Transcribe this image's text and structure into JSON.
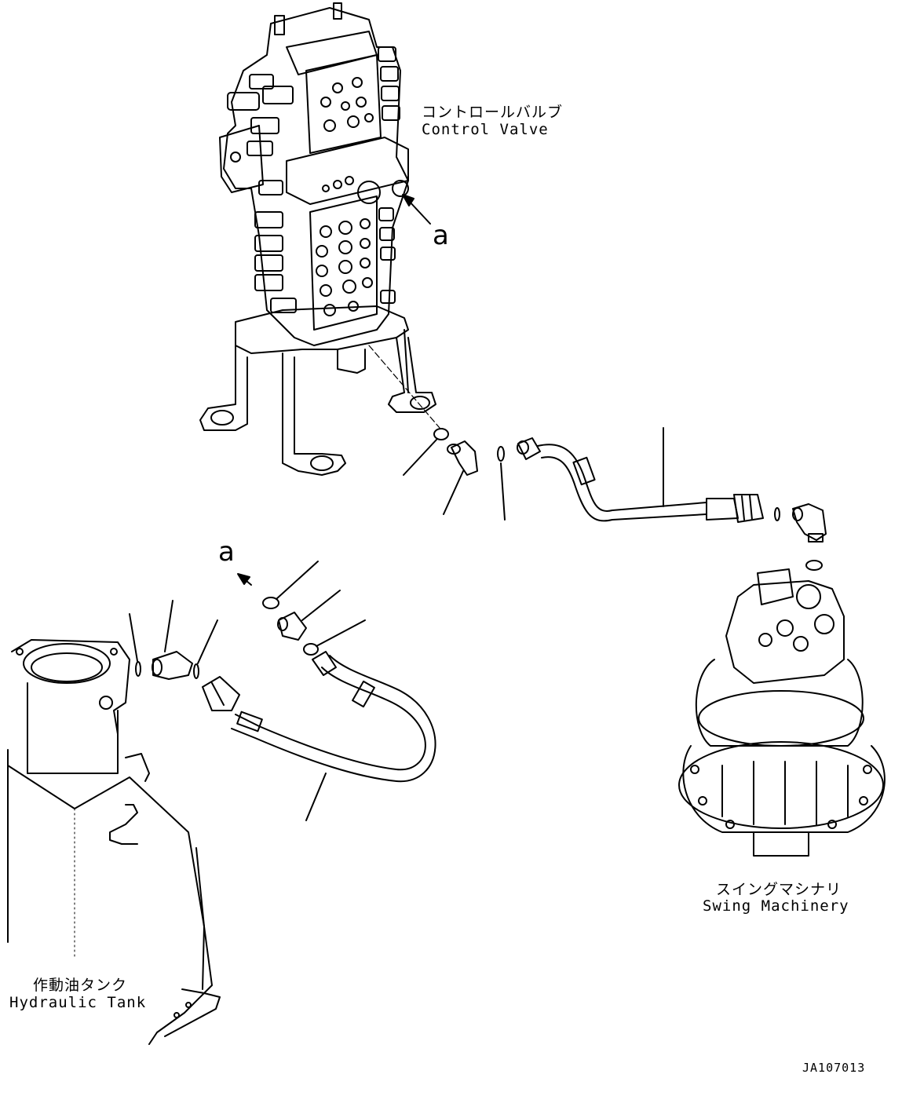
{
  "labels": {
    "control_valve": {
      "jp": "コントロールバルブ",
      "en": "Control Valve"
    },
    "swing_machinery": {
      "jp": "スイングマシナリ",
      "en": "Swing Machinery"
    },
    "hydraulic_tank": {
      "jp": "作動油タンク",
      "en": "Hydraulic Tank"
    }
  },
  "refs": {
    "a_top": "a",
    "a_bottom": "a"
  },
  "drawing_code": "JA107013"
}
